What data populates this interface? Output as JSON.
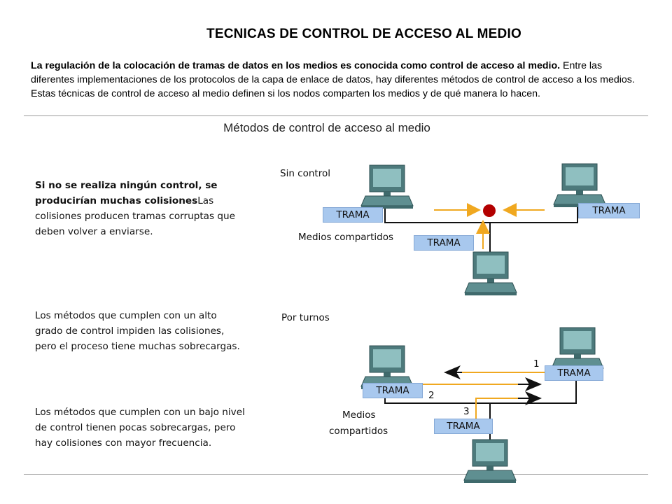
{
  "page": {
    "title": "TECNICAS  DE CONTROL  DE ACCESO AL MEDIO",
    "intro_bold": "La regulación de la colocación de tramas de datos en los medios es conocida como control de acceso al medio.",
    "intro_rest": " Entre las diferentes implementaciones de los protocolos de la capa de enlace de datos, hay diferentes métodos de control de acceso a los medios. Estas técnicas de control de acceso al medio definen si los nodos comparten los medios y de qué manera lo hacen."
  },
  "figure": {
    "title": "Métodos de control de acceso al medio",
    "left_texts": {
      "no_control_bold": "Si no se realiza ningún control, se producirían muchas colisiones",
      "no_control_rest": "Las colisiones producen tramas corruptas que deben volver a enviarse.",
      "high_control": "Los métodos que cumplen con un alto grado de control impiden las colisiones, pero el proceso tiene muchas sobrecargas.",
      "low_control": "Los métodos que cumplen con un bajo nivel de control tienen pocas sobrecargas, pero hay colisiones con mayor frecuencia."
    },
    "top_diagram": {
      "label": "Sin control",
      "media_label": "Medios compartidos",
      "frames": [
        "TRAMA",
        "TRAMA",
        "TRAMA"
      ]
    },
    "bottom_diagram": {
      "label": "Por turnos",
      "media_label_line1": "Medios",
      "media_label_line2": "compartidos",
      "frames": [
        "TRAMA",
        "TRAMA",
        "TRAMA"
      ],
      "steps": [
        "1",
        "2",
        "3"
      ]
    },
    "colors": {
      "frame_fill": "#a8c8ee",
      "arrow_orange": "#f0a820",
      "collision_red": "#b30000",
      "computer_teal": "#5f8f91"
    },
    "icons": [
      "computer-icon",
      "collision-icon",
      "arrow-icon"
    ]
  }
}
